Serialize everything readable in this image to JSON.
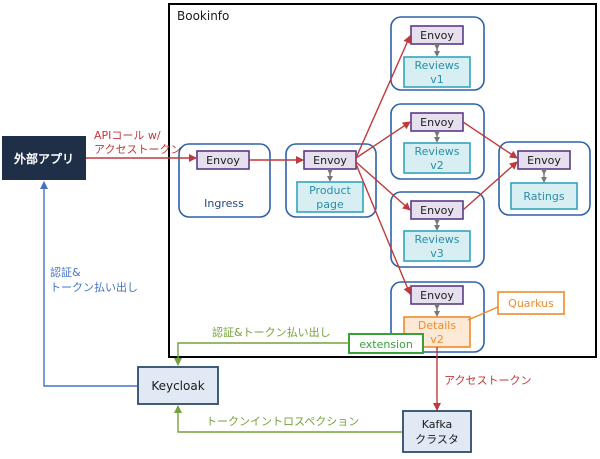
{
  "colors": {
    "dark_box": "#1f2f47",
    "group_border": "#2e62a8",
    "envoy_fill": "#e6e0ee",
    "envoy_border": "#5b3a86",
    "service_fill": "#d7eff2",
    "service_border": "#33a4bd",
    "red": "#c0393b",
    "green": "#74a23a",
    "blue": "#4473c4",
    "orange": "#ef8b2c",
    "keycloak_fill": "#e1eaf4",
    "text_dark": "#1a1a1a",
    "service_text": "#2a8ea8",
    "ingress_text": "#23497e"
  },
  "nodes": {
    "external_app": "外部アプリ",
    "bookinfo": "Bookinfo",
    "ingress": "Ingress",
    "envoy": "Envoy",
    "product_page": [
      "Product",
      "page"
    ],
    "reviews_v1": [
      "Reviews",
      "v1"
    ],
    "reviews_v2": [
      "Reviews",
      "v2"
    ],
    "reviews_v3": [
      "Reviews",
      "v3"
    ],
    "ratings": "Ratings",
    "details_v2": [
      "Details",
      "v2"
    ],
    "quarkus": "Quarkus",
    "extension": "extension",
    "keycloak": "Keycloak",
    "kafka": [
      "Kafka",
      "クラスタ"
    ]
  },
  "labels": {
    "api_call": [
      "APIコール w/",
      "アクセストークン"
    ],
    "auth_issue_left": [
      "認証&",
      "トークン払い出し"
    ],
    "auth_issue_top": "認証&トークン払い出し",
    "access_token": "アクセストークン",
    "token_introspection": "トークンイントロスペクション"
  }
}
